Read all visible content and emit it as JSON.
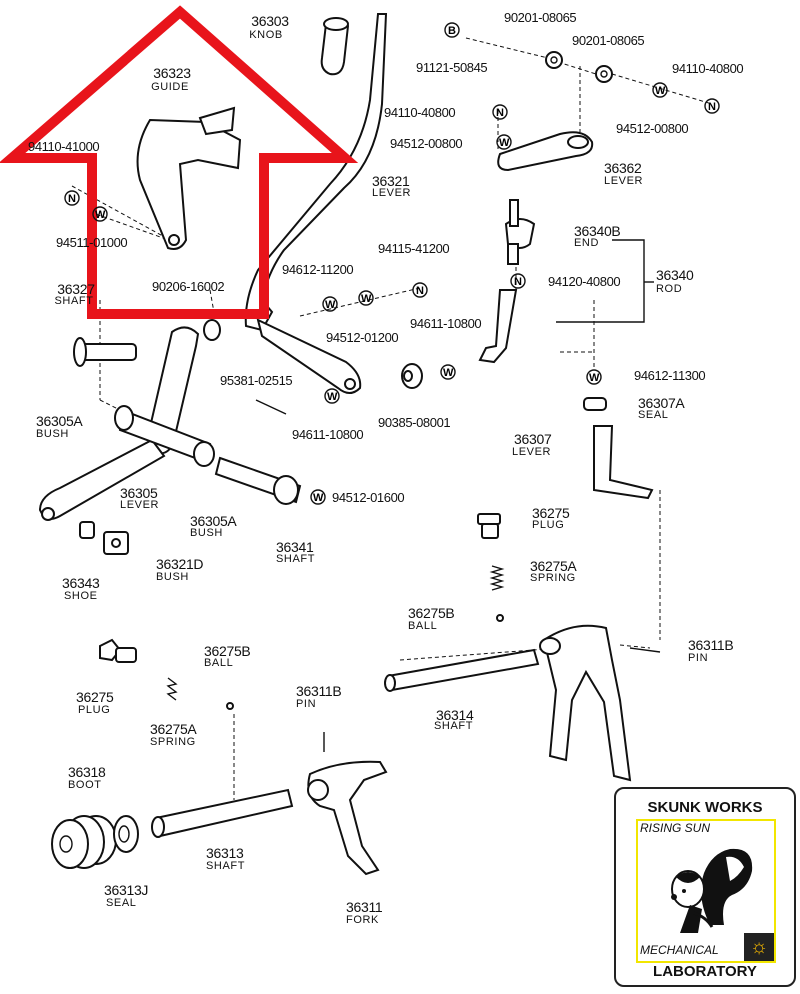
{
  "parts": {
    "p36303": {
      "number": "36303",
      "name": "KNOB"
    },
    "p36323": {
      "number": "36323",
      "name": "GUIDE"
    },
    "p94110_41000": {
      "number": "94110-41000"
    },
    "p94511_01000": {
      "number": "94511-01000"
    },
    "p90206_16002": {
      "number": "90206-16002"
    },
    "p36327": {
      "number": "36327",
      "name": "SHAFT"
    },
    "p36321": {
      "number": "36321",
      "name": "LEVER"
    },
    "p91121_50845": {
      "number": "91121-50845"
    },
    "p90201_08065a": {
      "number": "90201-08065"
    },
    "p90201_08065b": {
      "number": "90201-08065"
    },
    "p94110_40800a": {
      "number": "94110-40800"
    },
    "p94110_40800b": {
      "number": "94110-40800"
    },
    "p94512_00800a": {
      "number": "94512-00800"
    },
    "p94512_00800b": {
      "number": "94512-00800"
    },
    "p36362": {
      "number": "36362",
      "name": "LEVER"
    },
    "p36340B": {
      "number": "36340B",
      "name": "END"
    },
    "p36340": {
      "number": "36340",
      "name": "ROD"
    },
    "p94120_40800": {
      "number": "94120-40800"
    },
    "p94115_41200": {
      "number": "94115-41200"
    },
    "p94612_11200": {
      "number": "94612-11200"
    },
    "p94512_01200": {
      "number": "94512-01200"
    },
    "p94611_10800a": {
      "number": "94611-10800"
    },
    "p94611_10800b": {
      "number": "94611-10800"
    },
    "p94612_11300": {
      "number": "94612-11300"
    },
    "p95381_02515": {
      "number": "95381-02515"
    },
    "p90385_08001": {
      "number": "90385-08001"
    },
    "p36305A_a": {
      "number": "36305A",
      "name": "BUSH"
    },
    "p36305A_b": {
      "number": "36305A",
      "name": "BUSH"
    },
    "p36305": {
      "number": "36305",
      "name": "LEVER"
    },
    "p36341": {
      "number": "36341",
      "name": "SHAFT"
    },
    "p94512_01600": {
      "number": "94512-01600"
    },
    "p36343": {
      "number": "36343",
      "name": "SHOE"
    },
    "p36321D": {
      "number": "36321D",
      "name": "BUSH"
    },
    "p36307A": {
      "number": "36307A",
      "name": "SEAL"
    },
    "p36307": {
      "number": "36307",
      "name": "LEVER"
    },
    "p36275_a": {
      "number": "36275",
      "name": "PLUG"
    },
    "p36275A_a": {
      "number": "36275A",
      "name": "SPRING"
    },
    "p36275B_a": {
      "number": "36275B",
      "name": "BALL"
    },
    "p36311B_a": {
      "number": "36311B",
      "name": "PIN"
    },
    "p36314": {
      "number": "36314",
      "name": "SHAFT"
    },
    "p36275_b": {
      "number": "36275",
      "name": "PLUG"
    },
    "p36275B_b": {
      "number": "36275B",
      "name": "BALL"
    },
    "p36275A_b": {
      "number": "36275A",
      "name": "SPRING"
    },
    "p36311B_b": {
      "number": "36311B",
      "name": "PIN"
    },
    "p36318": {
      "number": "36318",
      "name": "BOOT"
    },
    "p36313J": {
      "number": "36313J",
      "name": "SEAL"
    },
    "p36313": {
      "number": "36313",
      "name": "SHAFT"
    },
    "p36311": {
      "number": "36311",
      "name": "FORK"
    }
  },
  "badges": {
    "n": "N",
    "w": "W",
    "b": "B"
  },
  "highlight_color": "#e8141b",
  "logo": {
    "top": "SKUNK WORKS",
    "line1": "RISING SUN",
    "line2": "MECHANICAL",
    "bottom": "LABORATORY",
    "box_color": "#f2e600",
    "sun_color": "#f5b800"
  }
}
